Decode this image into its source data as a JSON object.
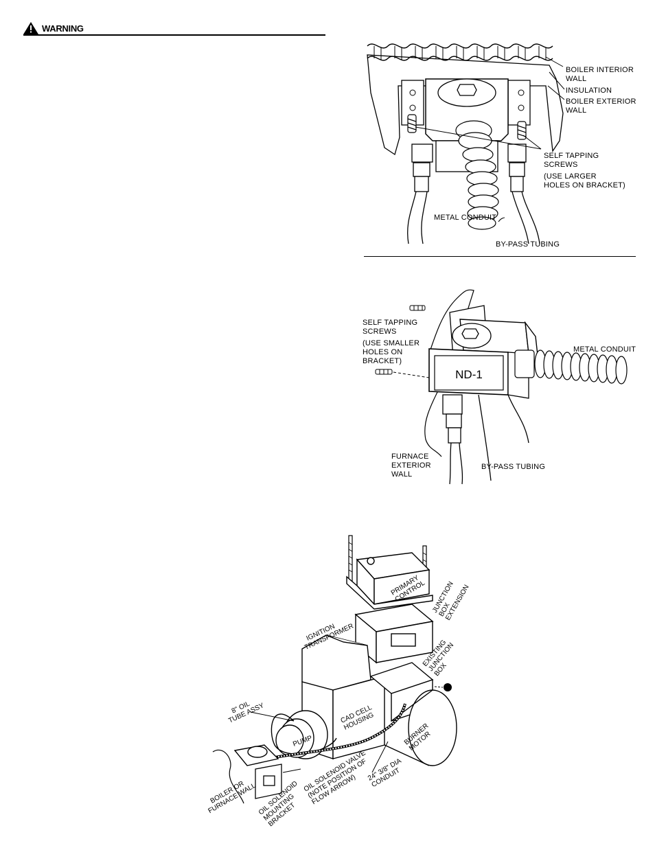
{
  "header": {
    "warning_label": "WARNING"
  },
  "figure_1": {
    "labels": {
      "boiler_interior_wall_1": "BOILER INTERIOR",
      "boiler_interior_wall_2": "WALL",
      "insulation": "INSULATION",
      "boiler_exterior_wall_1": "BOILER EXTERIOR",
      "boiler_exterior_wall_2": "WALL",
      "self_tapping_1": "SELF TAPPING",
      "self_tapping_2": "SCREWS",
      "use_larger_1": "(USE LARGER",
      "use_larger_2": "HOLES ON BRACKET)",
      "metal_conduit": "METAL CONDUIT",
      "bypass_tubing": "BY-PASS TUBING"
    }
  },
  "figure_2": {
    "labels": {
      "self_tapping_1": "SELF TAPPING",
      "self_tapping_2": "SCREWS",
      "use_smaller_1": "(USE SMALLER",
      "use_smaller_2": "HOLES ON",
      "use_smaller_3": "BRACKET)",
      "device_name": "ND-1",
      "metal_conduit": "METAL CONDUIT",
      "furnace_exterior_1": "FURNACE",
      "furnace_exterior_2": "EXTERIOR",
      "furnace_exterior_3": "WALL",
      "bypass_tubing": "BY-PASS TUBING"
    }
  },
  "figure_3": {
    "labels": {
      "primary_control_1": "PRIMARY",
      "primary_control_2": "CONTROL",
      "junction_ext_1": "JUNCTION",
      "junction_ext_2": "BOX",
      "junction_ext_3": "EXTENSION",
      "ignition_1": "IGNITION",
      "ignition_2": "TRANSFORMER",
      "existing_jb_1": "EXISTING",
      "existing_jb_2": "JUNCTION",
      "existing_jb_3": "BOX",
      "oil_tube_1": "8\" OIL",
      "oil_tube_2": "TUBE ASSY",
      "cad_cell_1": "CAD CELL",
      "cad_cell_2": "HOUSING",
      "pump": "PUMP",
      "burner_motor_1": "BURNER",
      "burner_motor_2": "MOTOR",
      "conduit_1": "24\" 3/8\" DIA",
      "conduit_2": "CONDUIT",
      "solenoid_valve_1": "OIL SOLENOID VALVE",
      "solenoid_valve_2": "(NOTE POSITION OF",
      "solenoid_valve_3": "FLOW ARROW)",
      "boiler_wall_1": "BOILER OR",
      "boiler_wall_2": "FURNACE WALL",
      "solenoid_bracket_1": "OIL SOLENOID",
      "solenoid_bracket_2": "MOUNTING",
      "solenoid_bracket_3": "BRACKET"
    }
  }
}
